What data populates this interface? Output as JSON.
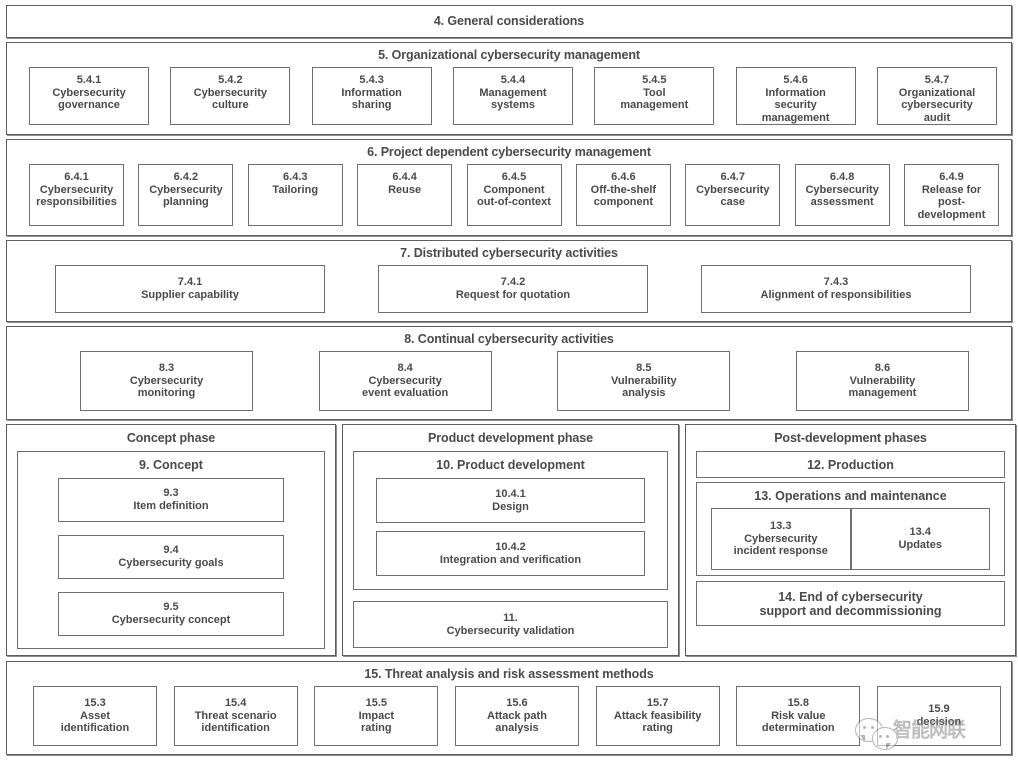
{
  "diagram": {
    "title_hidden": "",
    "sections": {
      "s4": {
        "title": "4. General considerations"
      },
      "s5": {
        "title": "5. Organizational cybersecurity management",
        "items": [
          {
            "num": "5.4.1",
            "label": "Cybersecurity\ngovernance"
          },
          {
            "num": "5.4.2",
            "label": "Cybersecurity\nculture"
          },
          {
            "num": "5.4.3",
            "label": "Information\nsharing"
          },
          {
            "num": "5.4.4",
            "label": "Management\nsystems"
          },
          {
            "num": "5.4.5",
            "label": "Tool\nmanagement"
          },
          {
            "num": "5.4.6",
            "label": "Information\nsecurity\nmanagement"
          },
          {
            "num": "5.4.7",
            "label": "Organizational\ncybersecurity\naudit"
          }
        ]
      },
      "s6": {
        "title": "6. Project dependent cybersecurity management",
        "items": [
          {
            "num": "6.4.1",
            "label": "Cybersecurity\nresponsibilities"
          },
          {
            "num": "6.4.2",
            "label": "Cybersecurity\nplanning"
          },
          {
            "num": "6.4.3",
            "label": "Tailoring"
          },
          {
            "num": "6.4.4",
            "label": "Reuse"
          },
          {
            "num": "6.4.5",
            "label": "Component\nout-of-context"
          },
          {
            "num": "6.4.6",
            "label": "Off-the-shelf\ncomponent"
          },
          {
            "num": "6.4.7",
            "label": "Cybersecurity\ncase"
          },
          {
            "num": "6.4.8",
            "label": "Cybersecurity\nassessment"
          },
          {
            "num": "6.4.9",
            "label": "Release for\npost-\ndevelopment"
          }
        ]
      },
      "s7": {
        "title": "7. Distributed cybersecurity activities",
        "items": [
          {
            "num": "7.4.1",
            "label": "Supplier capability"
          },
          {
            "num": "7.4.2",
            "label": "Request for quotation"
          },
          {
            "num": "7.4.3",
            "label": "Alignment of responsibilities"
          }
        ]
      },
      "s8": {
        "title": "8. Continual cybersecurity activities",
        "items": [
          {
            "num": "8.3",
            "label": "Cybersecurity\nmonitoring"
          },
          {
            "num": "8.4",
            "label": "Cybersecurity\nevent evaluation"
          },
          {
            "num": "8.5",
            "label": "Vulnerability\nanalysis"
          },
          {
            "num": "8.6",
            "label": "Vulnerability\nmanagement"
          }
        ]
      },
      "concept_phase": {
        "title": "Concept phase",
        "group": {
          "title": "9. Concept"
        },
        "items": [
          {
            "num": "9.3",
            "label": "Item definition"
          },
          {
            "num": "9.4",
            "label": "Cybersecurity goals"
          },
          {
            "num": "9.5",
            "label": "Cybersecurity concept"
          }
        ]
      },
      "product_development_phase": {
        "title": "Product development phase",
        "group": {
          "title": "10. Product development"
        },
        "items": [
          {
            "num": "10.4.1",
            "label": "Design"
          },
          {
            "num": "10.4.2",
            "label": "Integration and verification"
          }
        ],
        "validation": {
          "num": "11.",
          "label": "Cybersecurity validation"
        }
      },
      "post_development_phases": {
        "title": "Post-development phases",
        "production": {
          "title": "12. Production"
        },
        "operations": {
          "title": "13. Operations and maintenance",
          "items": [
            {
              "num": "13.3",
              "label": "Cybersecurity\nincident response"
            },
            {
              "num": "13.4",
              "label": "Updates"
            }
          ]
        },
        "end_of_support": {
          "title": "14.  End of cybersecurity\nsupport and decommissioning"
        }
      },
      "s15": {
        "title": "15. Threat analysis and risk assessment methods",
        "items": [
          {
            "num": "15.3",
            "label": "Asset\nidentification"
          },
          {
            "num": "15.4",
            "label": "Threat scenario\nidentification"
          },
          {
            "num": "15.5",
            "label": "Impact\nrating"
          },
          {
            "num": "15.6",
            "label": "Attack path\nanalysis"
          },
          {
            "num": "15.7",
            "label": "Attack feasibility\nrating"
          },
          {
            "num": "15.8",
            "label": "Risk value\ndetermination"
          },
          {
            "num": "15.9",
            "label": "decision"
          }
        ]
      }
    },
    "watermark": {
      "text": "智能网联"
    },
    "colors": {
      "text": "#4a4a4a",
      "border": "#6f6f6f",
      "background": "#ffffff"
    }
  }
}
